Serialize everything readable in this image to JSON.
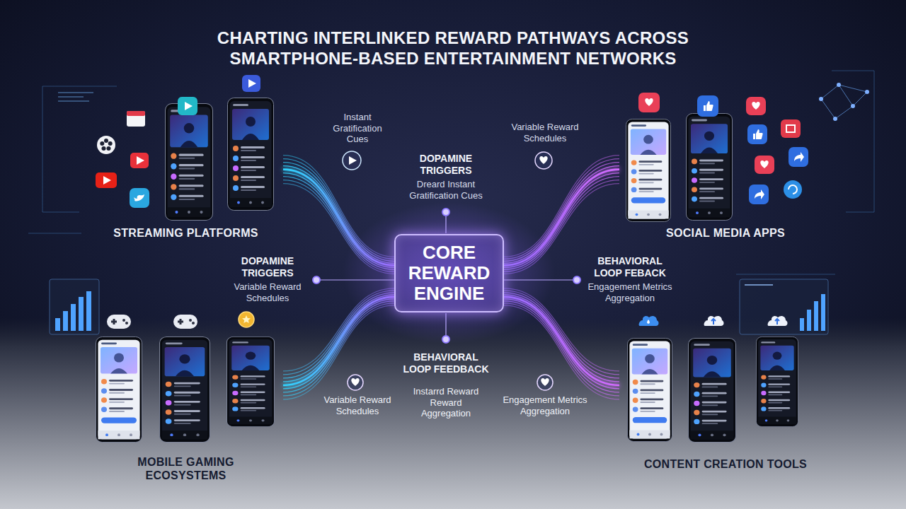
{
  "diagram": {
    "title": "CHARTING INTERLINKED REWARD PATHWAYS ACROSS SMARTPHONE-BASED ENTERTAINMENT NETWORKS",
    "nodes": [
      {
        "text": [
          "STREAMING PLATFORMS"
        ]
      },
      {
        "text": [
          "SOCIAL MEDIA APPS"
        ]
      },
      {
        "text": [
          "CORE REWARD ENGINE"
        ]
      },
      {
        "text": [
          "MOBILE GAMING ECOSYSTEMS"
        ]
      },
      {
        "text": [
          "CONTENT CREATION TOOLS"
        ]
      }
    ],
    "edges": [
      {
        "from": 0,
        "to": 2,
        "arrow": "none"
      },
      {
        "from": 1,
        "to": 2,
        "arrow": "none"
      },
      {
        "from": 3,
        "to": 2,
        "arrow": "none"
      },
      {
        "from": 4,
        "to": 2,
        "arrow": "none"
      }
    ],
    "labels": [
      "Instant Gratification Cues",
      "Variable Reward Schedules",
      "DOPAMINE TRIGGERS",
      "Dreard Instant Gratification Cues",
      "DOPAMINE TRIGGERS",
      "Variable Reward Schedules",
      "BEHAVIORAL LOOP FEBACK",
      "Engagement Metrics Aggregation",
      "BEHAVIORAL LOOP FEEDBACK",
      "Variable Reward Schedules",
      "Instarrd Reward Reward Aggregation",
      "Engagement Metrics Aggregation"
    ]
  }
}
